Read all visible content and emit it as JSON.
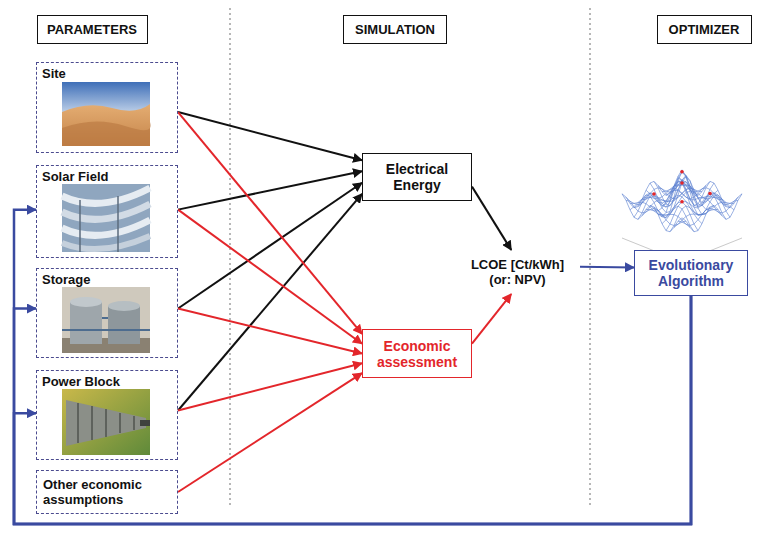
{
  "diagram": {
    "nodes": [
      {
        "text": [
          "PARAMETERS"
        ]
      },
      {
        "text": [
          "SIMULATION"
        ]
      },
      {
        "text": [
          "OPTIMIZER"
        ]
      },
      {
        "text": [
          "Site"
        ]
      },
      {
        "text": [
          "Solar Field"
        ]
      },
      {
        "text": [
          "Storage"
        ]
      },
      {
        "text": [
          "Power Block"
        ]
      },
      {
        "text": [
          "Other economic assumptions"
        ]
      },
      {
        "text": [
          "Electrical Energy"
        ]
      },
      {
        "text": [
          "Economic assessment"
        ]
      },
      {
        "text": [
          "LCOE [Ct/kWh] (or: NPV)"
        ]
      },
      {
        "text": [
          "Evolutionary Algorithm"
        ]
      }
    ],
    "edges": [
      {
        "from": 3,
        "to": 8,
        "arrow": "to"
      },
      {
        "from": 4,
        "to": 8,
        "arrow": "to"
      },
      {
        "from": 5,
        "to": 8,
        "arrow": "to"
      },
      {
        "from": 6,
        "to": 8,
        "arrow": "to"
      },
      {
        "from": 3,
        "to": 9,
        "arrow": "to"
      },
      {
        "from": 4,
        "to": 9,
        "arrow": "to"
      },
      {
        "from": 5,
        "to": 9,
        "arrow": "to"
      },
      {
        "from": 6,
        "to": 9,
        "arrow": "to"
      },
      {
        "from": 7,
        "to": 9,
        "arrow": "to"
      },
      {
        "from": 8,
        "to": 10,
        "arrow": "to"
      },
      {
        "from": 9,
        "to": 10,
        "arrow": "to"
      },
      {
        "from": 10,
        "to": 11,
        "arrow": "to"
      },
      {
        "from": 11,
        "to": 4,
        "arrow": "to"
      },
      {
        "from": 11,
        "to": 5,
        "arrow": "to"
      },
      {
        "from": 11,
        "to": 6,
        "arrow": "to"
      }
    ]
  }
}
